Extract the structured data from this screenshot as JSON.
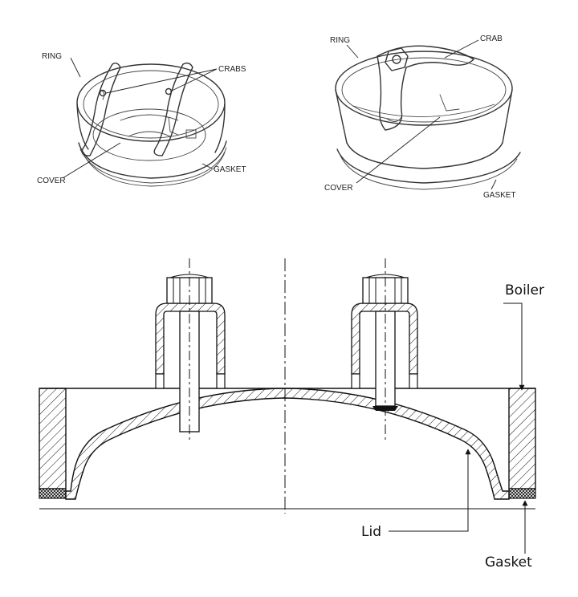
{
  "sketch_left": {
    "ring_label": "RING",
    "crabs_label": "CRABS",
    "cover_label": "COVER",
    "gasket_label": "GASKET"
  },
  "sketch_right": {
    "ring_label": "RING",
    "crab_label": "CRAB",
    "cover_label": "COVER",
    "gasket_label": "GASKET"
  },
  "section": {
    "boiler_label": "Boiler",
    "lid_label": "Lid",
    "gasket_label": "Gasket"
  }
}
